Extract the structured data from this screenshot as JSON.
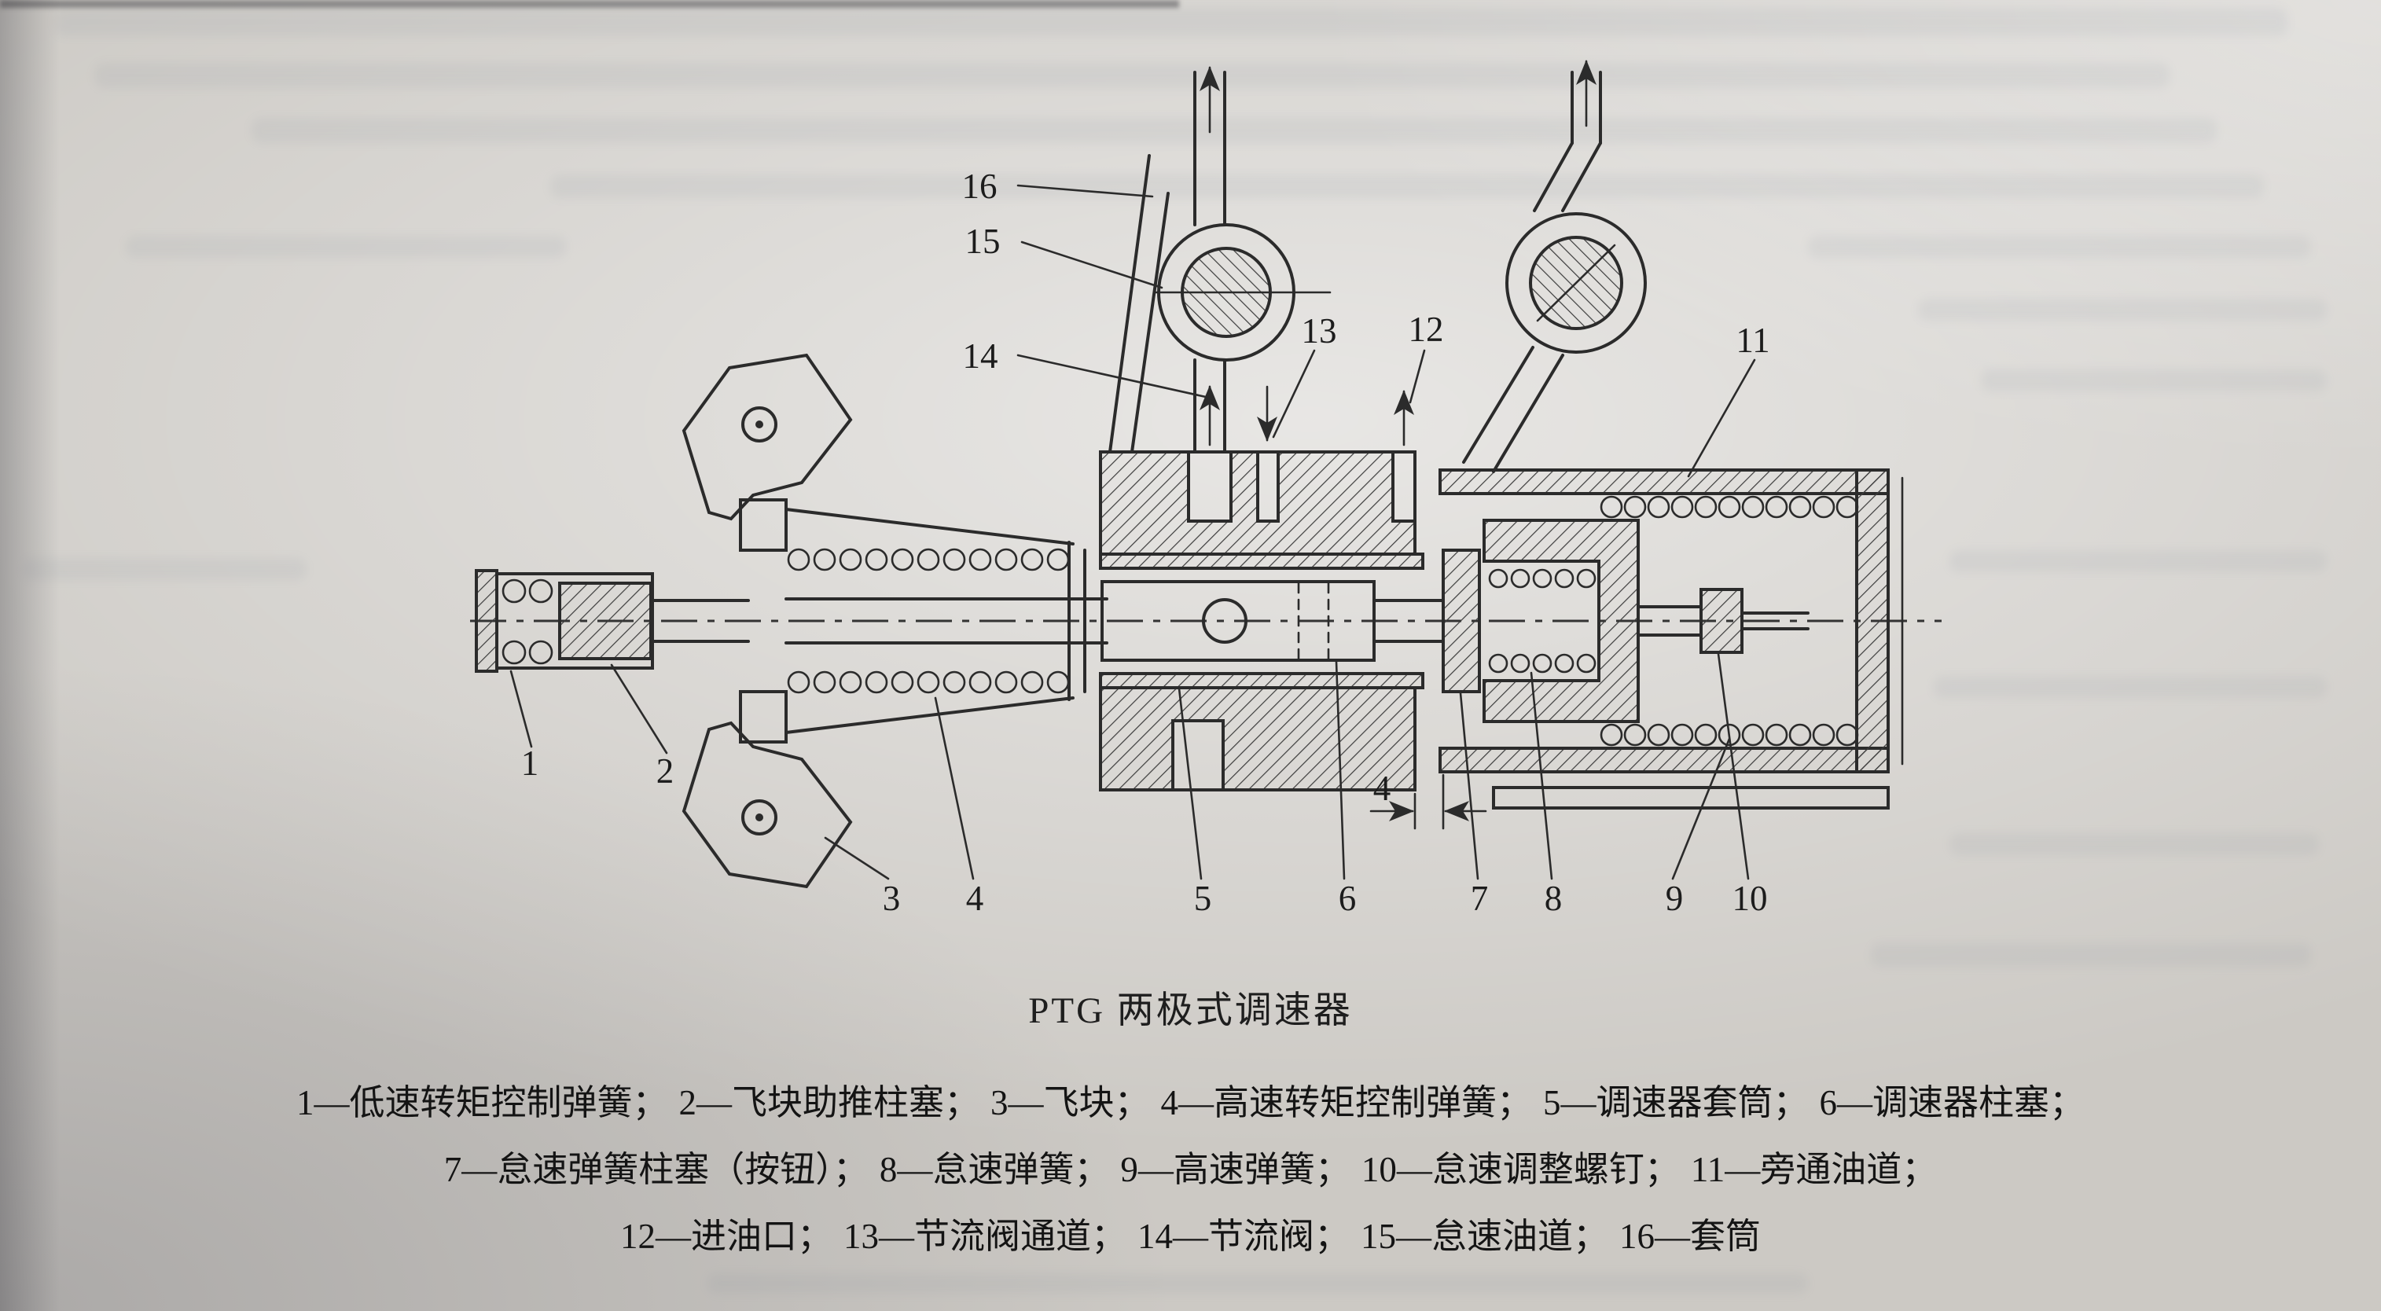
{
  "figure": {
    "title": "PTG 两极式调速器",
    "legend": {
      "line1": [
        "1—低速转矩控制弹簧；",
        "2—飞块助推柱塞；",
        "3—飞块；",
        "4—高速转矩控制弹簧；",
        "5—调速器套筒；",
        "6—调速器柱塞；"
      ],
      "line2": [
        "7—怠速弹簧柱塞（按钮）；",
        "8—怠速弹簧；",
        "9—高速弹簧；",
        "10—怠速调整螺钉；",
        "11—旁通油道；"
      ],
      "line3": [
        "12—进油口；",
        "13—节流阀通道；",
        "14—节流阀；",
        "15—怠速油道；",
        "16—套筒"
      ]
    },
    "callouts": {
      "n1": "1",
      "n2": "2",
      "n3": "3",
      "n4": "4",
      "n5": "5",
      "n6": "6",
      "n7": "7",
      "n8": "8",
      "n9": "9",
      "n10": "10",
      "n11": "11",
      "n12": "12",
      "n13": "13",
      "n14": "14",
      "n15": "15",
      "n16": "16",
      "dim4": "4"
    },
    "colors": {
      "ink": "#2b2b2b",
      "paper": "#ccc9c4"
    }
  }
}
